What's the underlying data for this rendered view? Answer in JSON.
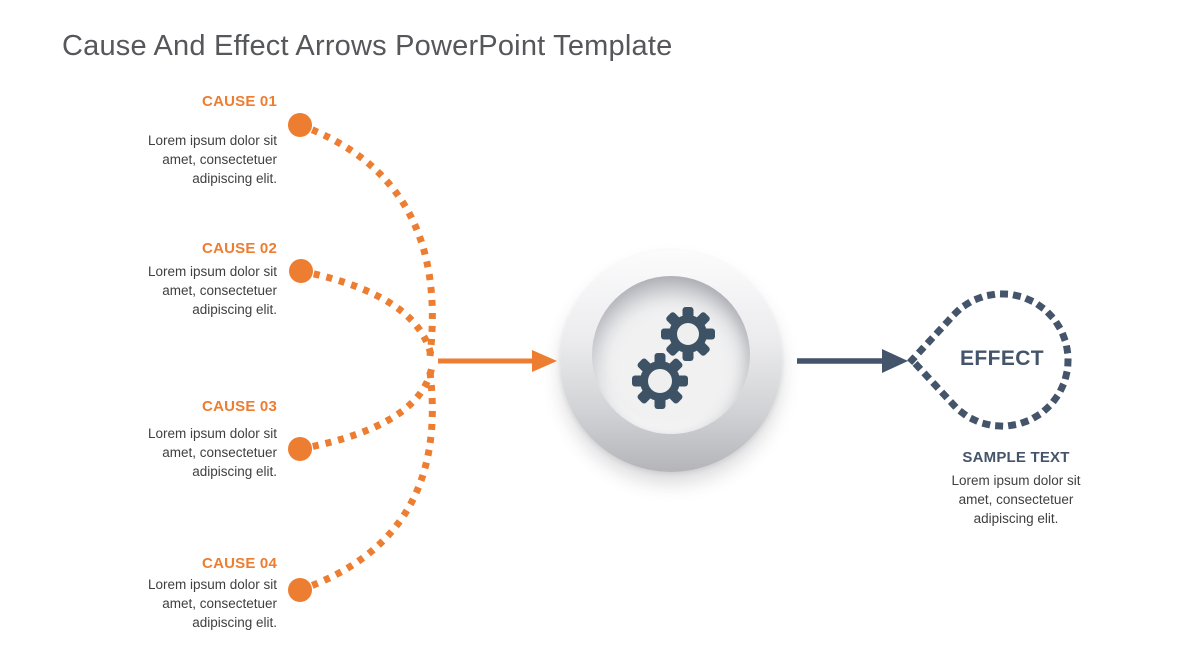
{
  "slide": {
    "title": "Cause And Effect Arrows PowerPoint Template"
  },
  "causes": [
    {
      "label": "CAUSE 01",
      "description": "Lorem ipsum dolor sit amet, consectetuer adipiscing elit."
    },
    {
      "label": "CAUSE 02",
      "description": "Lorem ipsum dolor sit amet, consectetuer adipiscing elit."
    },
    {
      "label": "CAUSE 03",
      "description": "Lorem ipsum dolor sit amet, consectetuer adipiscing elit."
    },
    {
      "label": "CAUSE 04",
      "description": "Lorem ipsum dolor sit amet, consectetuer adipiscing elit."
    }
  ],
  "process": {
    "icon": "gears-icon"
  },
  "effect": {
    "label": "EFFECT",
    "heading": "SAMPLE TEXT",
    "description": "Lorem ipsum dolor sit amet, consectetuer adipiscing elit."
  },
  "colors": {
    "accent_orange": "#ED7D31",
    "accent_slate": "#44546A",
    "title_gray": "#56575A",
    "body_gray": "#3F3F3F"
  }
}
